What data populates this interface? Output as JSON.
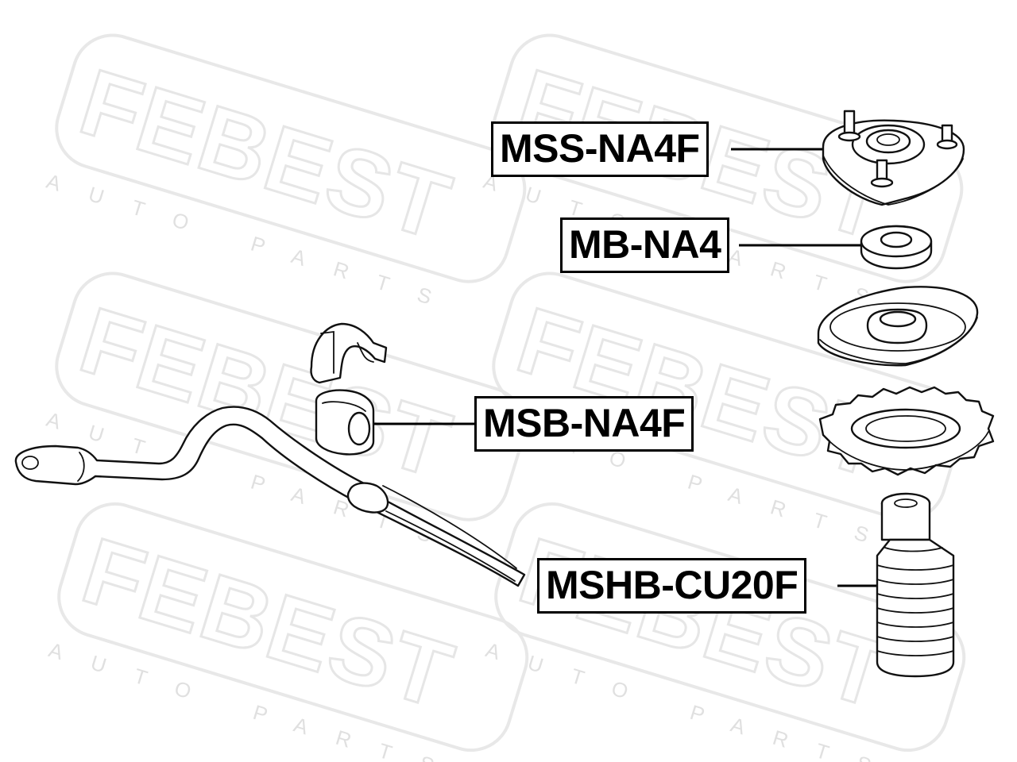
{
  "watermark": {
    "brand": "FEBEST",
    "tagline": "AUTO PARTS"
  },
  "labels": {
    "strut_mount": "MSS-NA4F",
    "bearing": "MB-NA4",
    "stabilizer_bushing": "MSB-NA4F",
    "shock_boot": "MSHB-CU20F"
  },
  "icons": [
    "strut-mount-icon",
    "bearing-icon",
    "spring-seat-icon",
    "spring-pad-icon",
    "shock-boot-icon",
    "bushing-icon",
    "bushing-bracket-icon",
    "stabilizer-bar-icon"
  ]
}
